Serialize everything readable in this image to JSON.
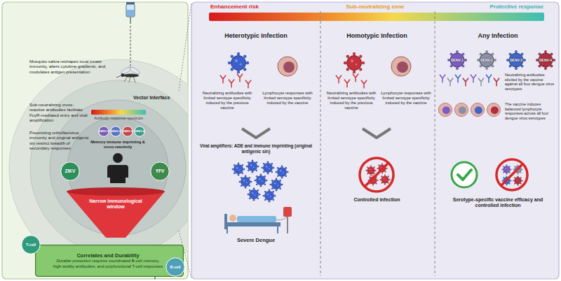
{
  "diagram": {
    "nodes": [
      {
        "text": [
          "DENV-1"
        ]
      },
      {
        "text": [
          "DENV-2"
        ]
      },
      {
        "text": [
          "DENV-3"
        ]
      },
      {
        "text": [
          "DENV-4"
        ]
      },
      {
        "text": [
          "ZIKV"
        ]
      },
      {
        "text": [
          "YFV"
        ]
      },
      {
        "text": [
          "Narrow immunological window"
        ]
      },
      {
        "text": [
          "Correlates and Durability",
          "Durable protection requires coordinated B-cell memory, high-avidity antibodies, and polyfunctional T-cell responses"
        ]
      },
      {
        "text": [
          "T-cell"
        ]
      },
      {
        "text": [
          "B-cell"
        ]
      },
      {
        "text": [
          "DENV-1"
        ]
      },
      {
        "text": [
          "DENV-2"
        ]
      },
      {
        "text": [
          "DENV-3"
        ]
      },
      {
        "text": [
          "DENV-4"
        ]
      }
    ],
    "labels": [
      "Mosquito saliva reshapes local innate immunity, alters cytokine gradients, and modulates antigen presentation",
      "Vector Interface",
      "Sub-neutralizing cross-reactive antibodies facilitate FcγR-mediated entry and viral amplification",
      "Antibody response spectrum",
      "Preexisting orthoflavivirus immunity and original antigenic sin restrict breadth of secondary responses",
      "Memory immune imprinting & cross-reactivity",
      "Enhancement risk",
      "Sub-neutralizing zone",
      "Protective response",
      "Heterotypic Infection",
      "Neutralizing antibodies with limited serotype specificity induced by the previous vaccine",
      "Lymphocyte responses with limited serotype specificity induced by the vaccine",
      "Viral amplifiers: ADE and immune imprinting (original antigenic sin)",
      "Severe Dengue",
      "Homotypic Infection",
      "Neutralizing antibodies with limited serotype specificity induced by the previous vaccine",
      "Lymphocyte responses with limited serotype specificity induced by the vaccine",
      "Controlled infection",
      "Any Infection",
      "Neutralizing antibodies elicited by the vaccine against all four dengue virus serotypes",
      "The vaccine induces balanced lymphocyte responses across all four dengue virus serotypes",
      "Serotype-specific vaccine efficacy and controlled infection"
    ]
  }
}
